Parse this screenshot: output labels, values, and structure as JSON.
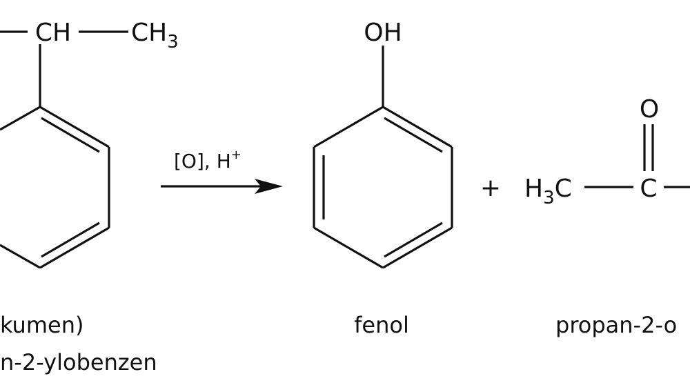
{
  "reaction": {
    "reactant": {
      "chain_center": "CH",
      "chain_right": "CH",
      "chain_right_sub": "3",
      "name_line1": "kumen)",
      "name_line2": "n-2-ylobenzen"
    },
    "conditions": {
      "text": "[O], H",
      "superscript": "+"
    },
    "product1": {
      "substituent": "OH",
      "name": "fenol"
    },
    "plus": "+",
    "product2": {
      "left_group": "H",
      "left_group_sub": "3",
      "left_group_tail": "C",
      "center_atom": "C",
      "oxygen": "O",
      "name": "propan-2-o"
    }
  },
  "colors": {
    "ink": "#111111",
    "background": "#ffffff"
  }
}
